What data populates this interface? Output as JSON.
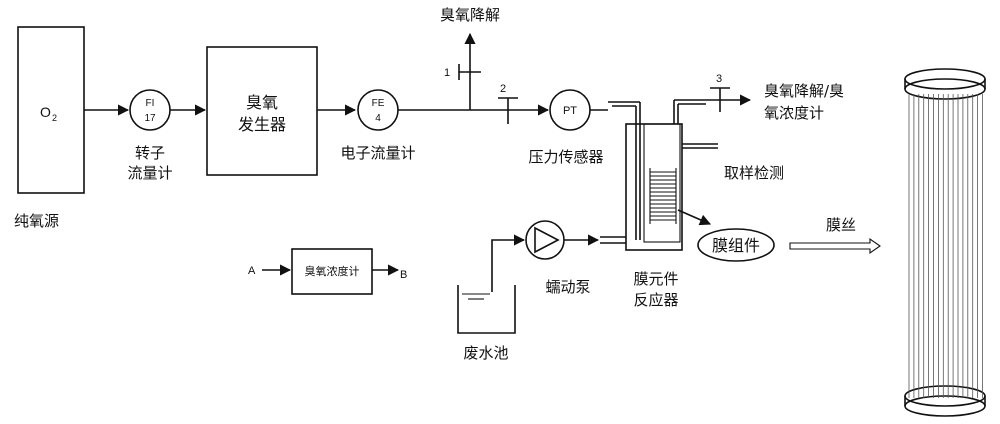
{
  "labels": {
    "oxygen_source_formula": "O",
    "oxygen_source_subscript": "2",
    "oxygen_source_name": "纯氧源",
    "rotameter_tag_top": "FI",
    "rotameter_tag_bottom": "17",
    "rotameter_name_line1": "转子",
    "rotameter_name_line2": "流量计",
    "ozone_generator_line1": "臭氧",
    "ozone_generator_line2": "发生器",
    "electronic_flowmeter_tag_top": "FE",
    "electronic_flowmeter_tag_bottom": "4",
    "electronic_flowmeter_name": "电子流量计",
    "ozone_decomposition_top": "臭氧降解",
    "valve_1": "1",
    "valve_2": "2",
    "valve_3": "3",
    "pressure_sensor_tag": "PT",
    "pressure_sensor_name": "压力传感器",
    "outlet_label_line1": "臭氧降解/臭",
    "outlet_label_line2": "氧浓度计",
    "sampling": "取样检测",
    "membrane_module": "膜组件",
    "membrane_fiber": "膜丝",
    "reactor_line1": "膜元件",
    "reactor_line2": "反应器",
    "peristaltic_pump": "蠕动泵",
    "wastewater_tank": "废水池",
    "legend_input": "A",
    "legend_box": "臭氧浓度计",
    "legend_output": "B"
  },
  "colors": {
    "line": "#111111",
    "background": "#ffffff"
  }
}
